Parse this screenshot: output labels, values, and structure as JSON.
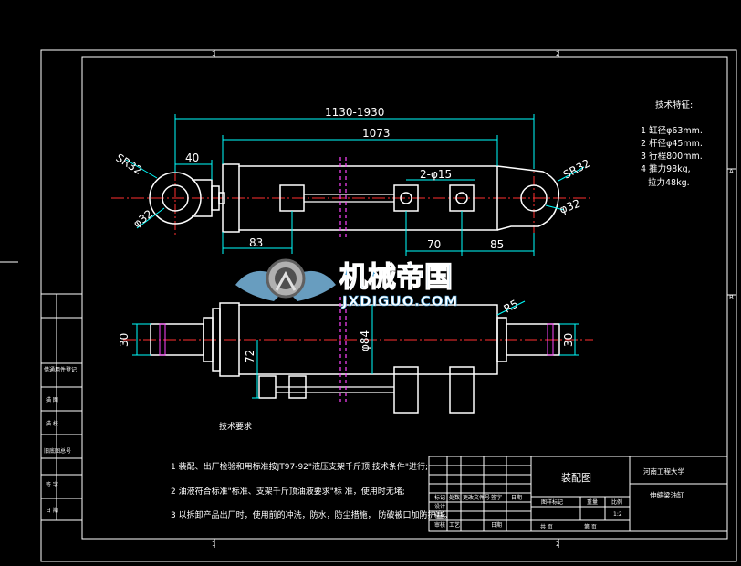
{
  "drawing": {
    "zone_top": "1",
    "zone_top_right": "2",
    "zone_bottom": "1",
    "zone_bottom_right": "2",
    "zone_right_a": "A",
    "zone_right_b": "B"
  },
  "specs": {
    "title": "技术特征:",
    "items": [
      "1 缸径φ63mm.",
      "2 杆径φ45mm.",
      "3 行程800mm.",
      "4 推力98kg,",
      "拉力48kg."
    ]
  },
  "dimensions": {
    "total_length": "1130-1930",
    "body_length": "1073",
    "left_offset": "40",
    "sr_left": "SR32",
    "phi_left": "φ32",
    "holes": "2-φ15",
    "sr_right": "SR32",
    "phi_right": "φ32",
    "d83": "83",
    "d70": "70",
    "d85": "85",
    "r5": "R5",
    "d30_left": "30",
    "phi84": "φ84",
    "d72": "72",
    "d30_right": "30"
  },
  "watermark": {
    "cn": "机械帝国",
    "en": "JXDIGUO.COM"
  },
  "requirements": {
    "title": "技术要求",
    "items": [
      "1  装配、出厂检验和用标准按JT97-92\"液压支架千斤顶 技术条件\"进行;",
      "2  油液符合标准\"标准、支架千斤顶油液要求\"标        准，使用时无堵;",
      "3  以拆卸产品出厂时，使用前的冲洗，防水，防尘措施，      防破被口加防护塞。"
    ]
  },
  "side_table": [
    "借通用件登记",
    "描  图",
    "描  校",
    "旧底图总号",
    "签  字",
    "日  期"
  ],
  "title_block": {
    "drawing_name": "装配图",
    "school": "河南工程大学",
    "part_name": "伸缩梁油缸",
    "col_labels": [
      "图样标记",
      "重量",
      "比例"
    ],
    "scale": "1:2",
    "sheet_a": "共   页",
    "sheet_b": "第   页",
    "rows": [
      "标记",
      "处数",
      "更改文件号",
      "签字",
      "日期",
      "设计",
      "校对",
      "审核",
      "工艺",
      "日期"
    ]
  }
}
